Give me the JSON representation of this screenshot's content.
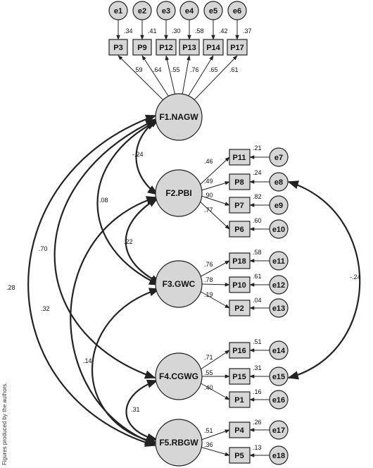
{
  "side_note": "Figures produced by the authors.",
  "factors": [
    {
      "id": "F1",
      "label": "F1.NAGW"
    },
    {
      "id": "F2",
      "label": "F2.PBI"
    },
    {
      "id": "F3",
      "label": "F3.GWC"
    },
    {
      "id": "F4",
      "label": "F4.CGWG"
    },
    {
      "id": "F5",
      "label": "F5.RBGW"
    }
  ],
  "top_items": [
    {
      "item": "P3",
      "error": "e1",
      "r2": ".34",
      "loading": ".59"
    },
    {
      "item": "P9",
      "error": "e2",
      "r2": ".41",
      "loading": ".64"
    },
    {
      "item": "P12",
      "error": "e3",
      "r2": ".30",
      "loading": ".55"
    },
    {
      "item": "P13",
      "error": "e4",
      "r2": ".58",
      "loading": ".76"
    },
    {
      "item": "P14",
      "error": "e5",
      "r2": ".42",
      "loading": ".65"
    },
    {
      "item": "P17",
      "error": "e6",
      "r2": ".37",
      "loading": ".61"
    }
  ],
  "right_items": [
    {
      "factor": "F2",
      "item": "P11",
      "error": "e7",
      "r2": ".21",
      "loading": ".46"
    },
    {
      "factor": "F2",
      "item": "P8",
      "error": "e8",
      "r2": ".24",
      "loading": ".49"
    },
    {
      "factor": "F2",
      "item": "P7",
      "error": "e9",
      "r2": ".82",
      "loading": ".90"
    },
    {
      "factor": "F2",
      "item": "P6",
      "error": "e10",
      "r2": ".60",
      "loading": ".77"
    },
    {
      "factor": "F3",
      "item": "P18",
      "error": "e11",
      "r2": ".58",
      "loading": ".76"
    },
    {
      "factor": "F3",
      "item": "P10",
      "error": "e12",
      "r2": ".61",
      "loading": ".78"
    },
    {
      "factor": "F3",
      "item": "P2",
      "error": "e13",
      "r2": ".04",
      "loading": ".19"
    },
    {
      "factor": "F4",
      "item": "P16",
      "error": "e14",
      "r2": ".51",
      "loading": ".71"
    },
    {
      "factor": "F4",
      "item": "P15",
      "error": "e15",
      "r2": ".31",
      "loading": ".55"
    },
    {
      "factor": "F4",
      "item": "P1",
      "error": "e16",
      "r2": ".16",
      "loading": ".40"
    },
    {
      "factor": "F5",
      "item": "P4",
      "error": "e17",
      "r2": ".26",
      "loading": ".51"
    },
    {
      "factor": "F5",
      "item": "P5",
      "error": "e18",
      "r2": ".13",
      "loading": ".36"
    }
  ],
  "factor_correlations": [
    {
      "from": "F1",
      "to": "F2",
      "value": "-.24"
    },
    {
      "from": "F2",
      "to": "F3",
      "value": ".22"
    },
    {
      "from": "F1",
      "to": "F3",
      "value": ".08"
    },
    {
      "from": "F1",
      "to": "F4",
      "value": ".70"
    },
    {
      "from": "F1",
      "to": "F5",
      "value": ".28"
    },
    {
      "from": "F2",
      "to": "F5",
      "value": ".32"
    },
    {
      "from": "F3",
      "to": "F5",
      "value": ".14"
    },
    {
      "from": "F4",
      "to": "F5",
      "value": ".31"
    }
  ],
  "error_correlations": [
    {
      "from": "e8",
      "to": "e15",
      "value": "-.24"
    }
  ]
}
